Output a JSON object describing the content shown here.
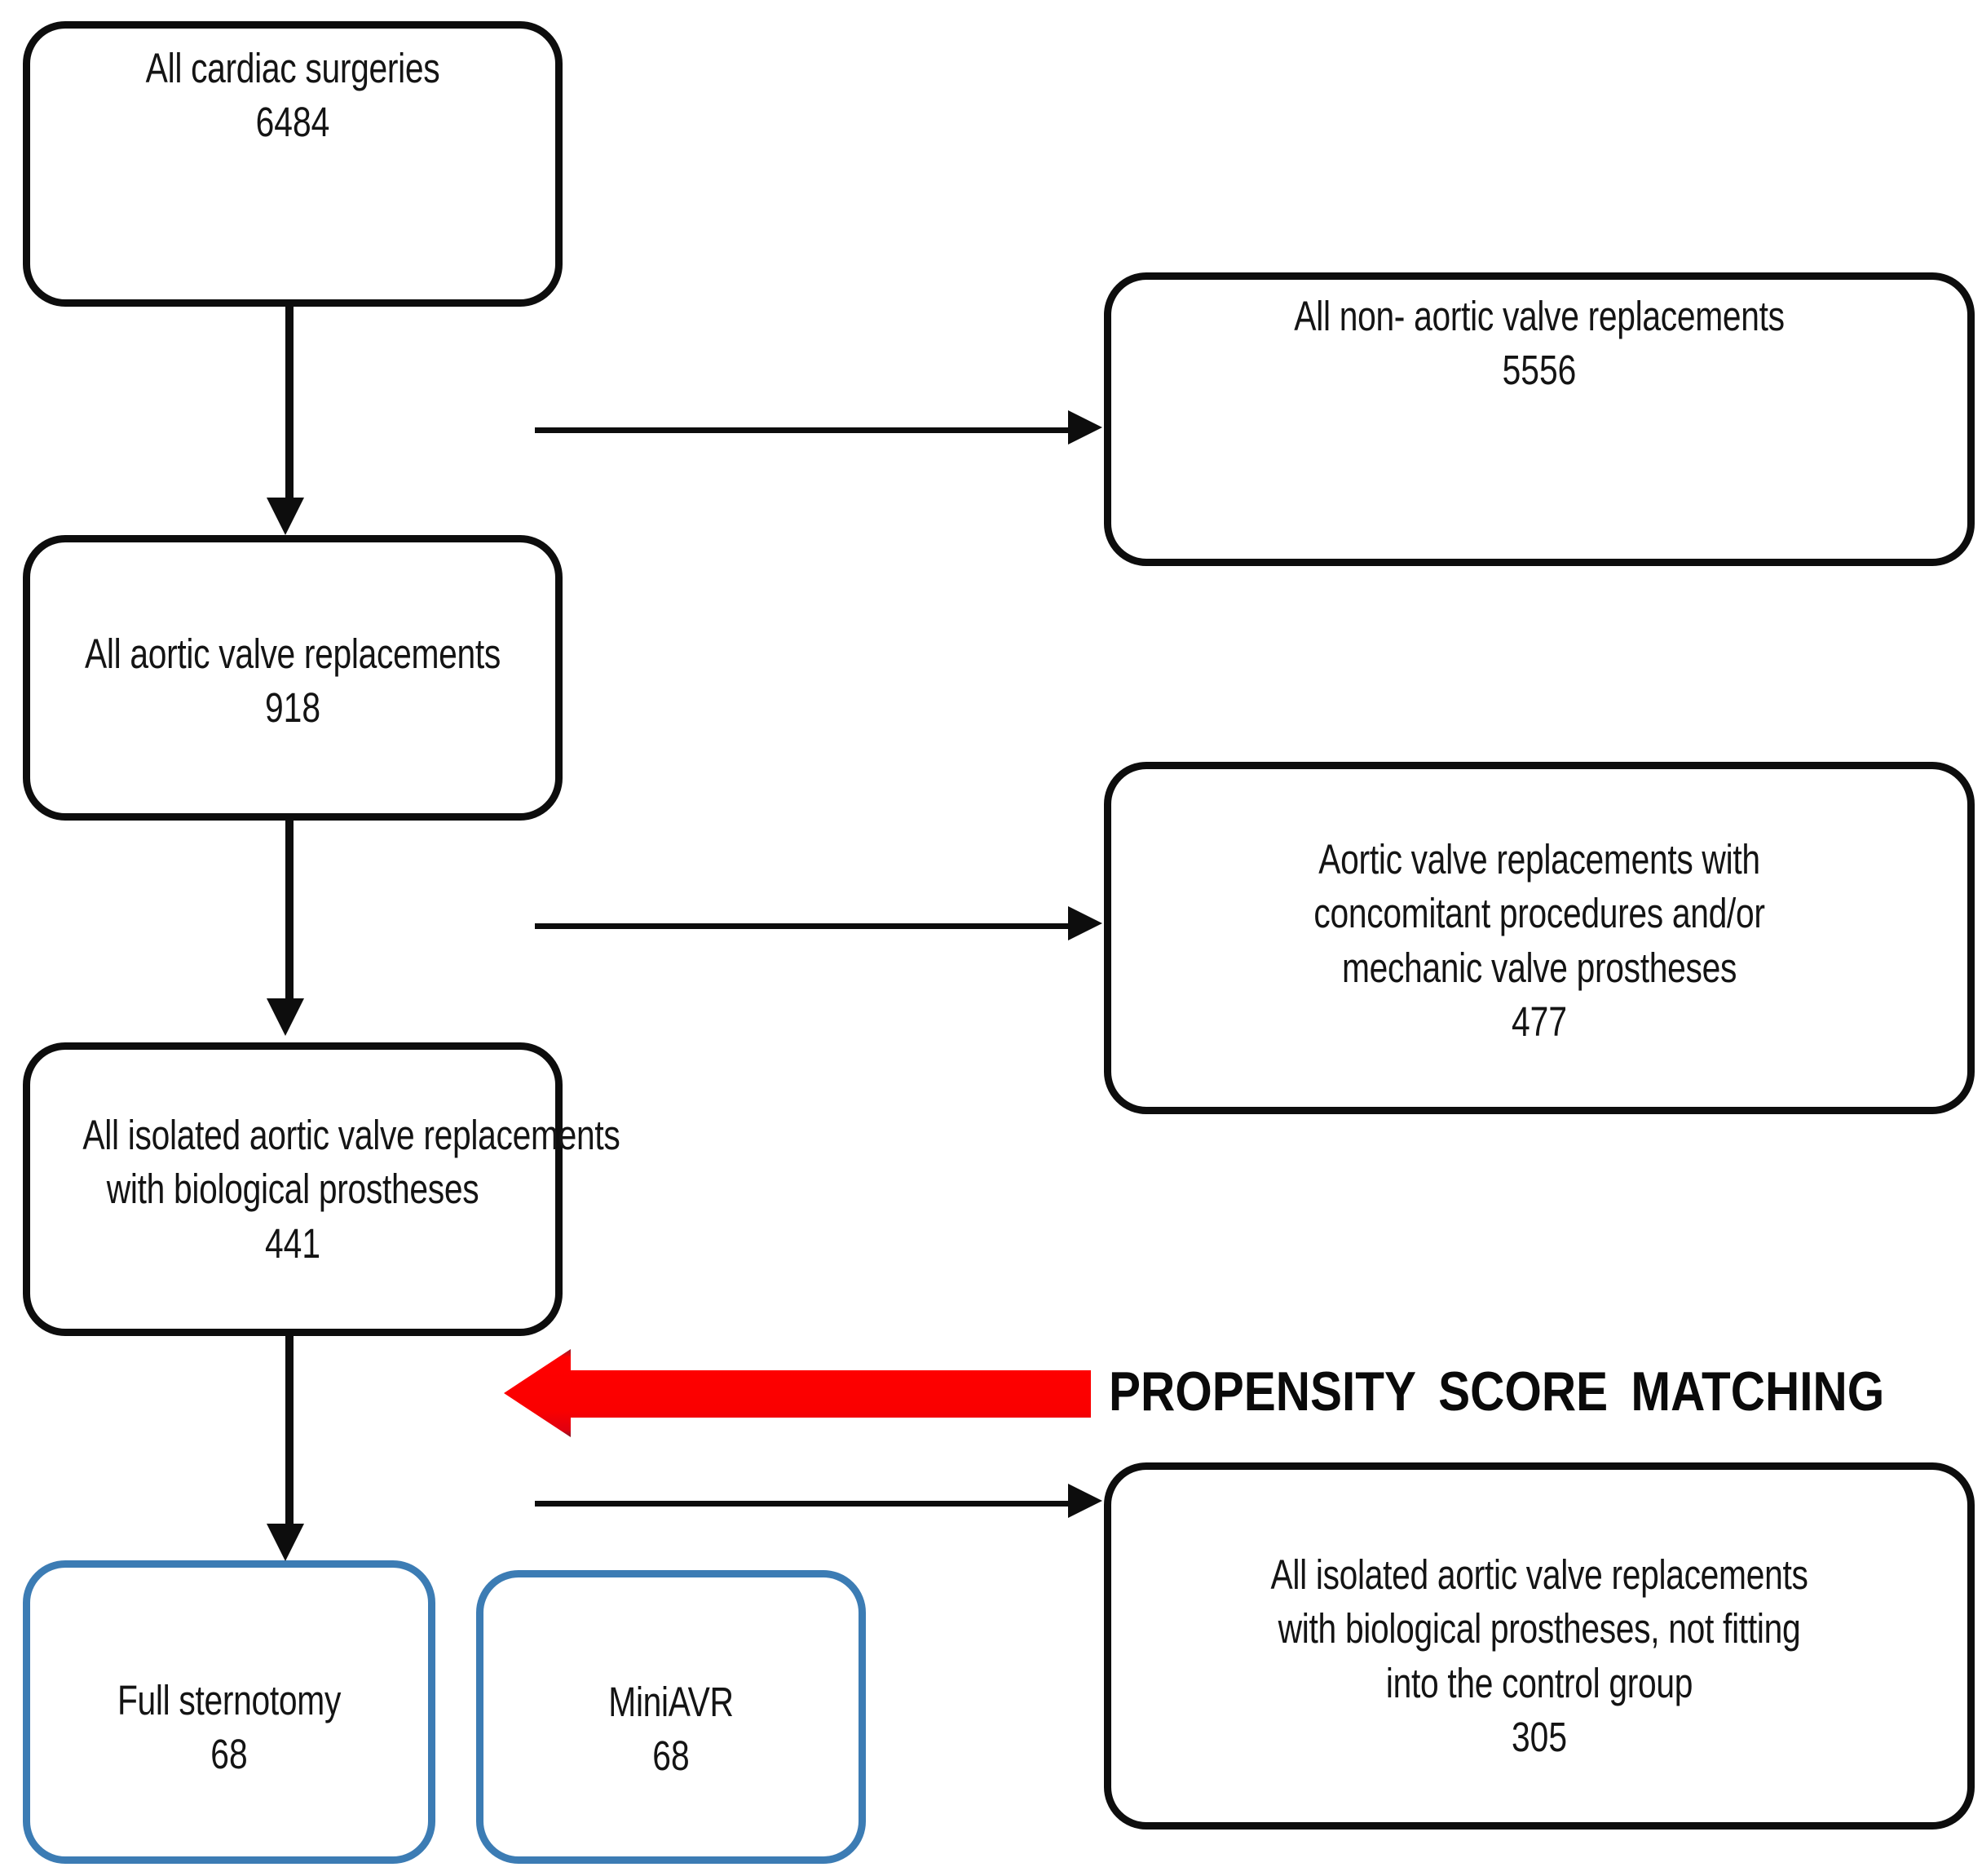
{
  "diagram": {
    "title": "Study patient selection flow chart",
    "colors": {
      "node_border_black": "#0d0d0d",
      "node_border_blue": "#3c7cb4",
      "arrow_black": "#0d0d0d",
      "propensity_arrow_red": "#ee0000",
      "background": "#ffffff",
      "text": "#141414"
    },
    "nodes": {
      "all_cardiac_surgeries": {
        "lines": [
          "All cardiac surgeries"
        ],
        "count": "6484",
        "border": "black"
      },
      "all_non_aortic_valve_replacements": {
        "lines": [
          "All non- aortic valve replacements"
        ],
        "count": "5556",
        "border": "black"
      },
      "all_aortic_valve_replacements": {
        "lines": [
          "All aortic valve replacements"
        ],
        "count": "918",
        "border": "black"
      },
      "avr_with_concomitant": {
        "lines": [
          "Aortic valve replacements with",
          "concomitant procedures and/or",
          "mechanic valve prostheses"
        ],
        "count": "477",
        "border": "black"
      },
      "all_isolated_avr_biological": {
        "lines": [
          "All isolated aortic valve replacements",
          "with biological prostheses"
        ],
        "count": "441",
        "border": "black"
      },
      "not_fitting_control_group": {
        "lines": [
          "All isolated aortic valve replacements",
          "with biological prostheses, not fitting",
          "into the control group"
        ],
        "count": "305",
        "border": "black"
      },
      "full_sternotomy": {
        "lines": [
          "Full sternotomy"
        ],
        "count": "68",
        "border": "blue"
      },
      "mini_avr": {
        "lines": [
          "MiniAVR"
        ],
        "count": "68",
        "border": "blue"
      }
    },
    "annotations": {
      "propensity_score_matching": "PROPENSITY  SCORE  MATCHING"
    }
  }
}
